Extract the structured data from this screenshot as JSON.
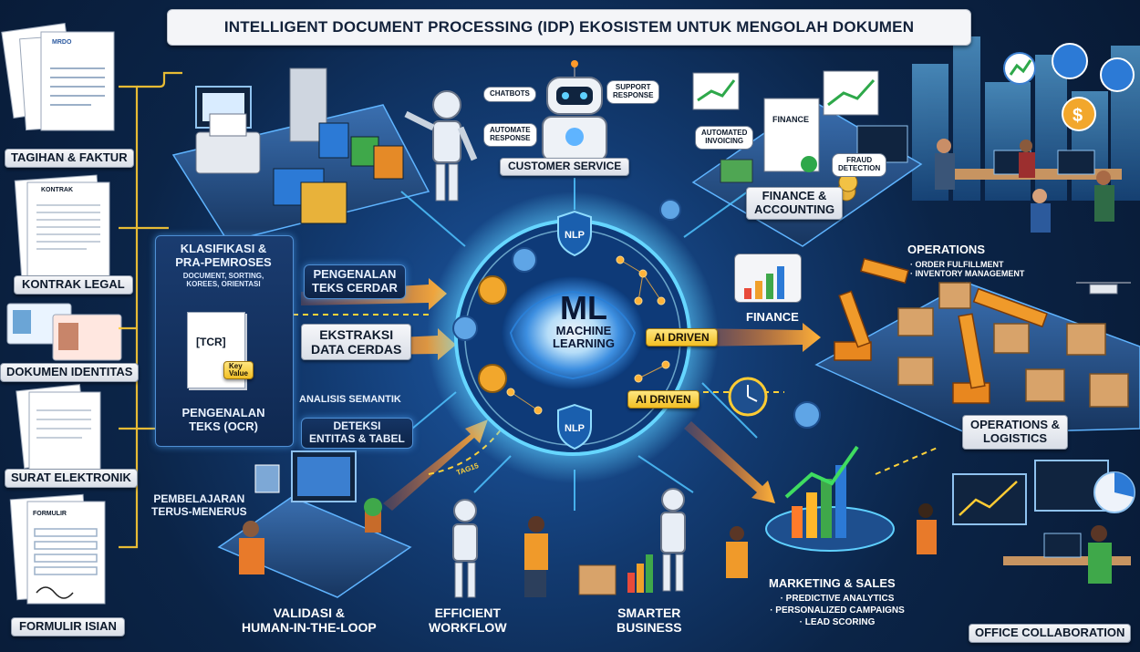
{
  "title": "INTELLIGENT DOCUMENT PROCESSING (IDP) EKOSISTEM UNTUK MENGOLAH DOKUMEN",
  "inputs": {
    "tagihan": "TAGIHAN & FAKTUR",
    "kontrak": "KONTRAK LEGAL",
    "identitas": "DOKUMEN IDENTITAS",
    "surat": "SURAT ELEKTRONIK",
    "formulir": "FORMULIR ISIAN",
    "kontrak_doc": "KONTRAK",
    "formulir_doc": "FORMULIR",
    "invoice_logo": "MRDO"
  },
  "process": {
    "klasifikasi_title": "KLASIFIKASI &\nPRA-PEMROSES",
    "klasifikasi_sub": "DOCUMENT, SORTING,\nKOREES, ORIENTASI",
    "tcr": "[TCR]",
    "key_value": "Key\nValue",
    "ocr": "PENGENALAN\nTEKS (OCR)",
    "pengenalan_cerdas": "PENGENALAN\nTEKS CERDAR",
    "ekstraksi": "EKSTRAKSI\nDATA CERDAS",
    "analisis": "ANALISIS SEMANTIK",
    "deteksi": "DETEKSI\nENTITAS & TABEL",
    "pembelajaran": "PEMBELAJARAN\nTERUS-MENERUS",
    "validasi": "VALIDASI &\nHUMAN-IN-THE-LOOP"
  },
  "core": {
    "ml": "ML",
    "ml_sub": "MACHINE\nLEARNING",
    "nlp_top": "NLP",
    "nlp_bottom": "NLP",
    "ai_driven_1": "AI DRIVEN",
    "ai_driven_2": "AI DRIVEN"
  },
  "outputs": {
    "customer_service": "CUSTOMER SERVICE",
    "chatbots": "CHATBOTS",
    "support": "SUPPORT\nRESPONSE",
    "automate": "AUTOMATE\nRESPONSE",
    "finance_accounting": "FINANCE &\nACCOUNTING",
    "automated_invoicing": "AUTOMATED\nINVOICING",
    "finance_doc": "FINANCE",
    "fraud": "FRAUD\nDETECTION",
    "finance": "FINANCE",
    "operations_title": "OPERATIONS",
    "operations_items": "· ORDER FULFILLMENT\n· INVENTORY MANAGEMENT",
    "operations_logistics": "OPERATIONS &\nLOGISTICS",
    "marketing_title": "MARKETING & SALES",
    "marketing_items": "· PREDICTIVE ANALYTICS\n· PERSONALIZED CAMPAIGNS\n· LEAD SCORING",
    "office": "OFFICE COLLABORATION",
    "efficient": "EFFICIENT\nWORKFLOW",
    "smarter": "SMARTER\nBUSINESS",
    "tag_small": "TAG15"
  },
  "colors": {
    "accent_blue": "#3fb6ff",
    "arrow_orange": "#ff8a2a",
    "arrow_yellow": "#ffd23a",
    "plate_bg": "#f4f5f8"
  },
  "icons": [
    "robot-icon",
    "gear-icon",
    "brain-icon",
    "shield-icon",
    "printer-icon",
    "server-icon",
    "bin-icon",
    "monitor-icon",
    "chart-icon",
    "robot-arm-icon",
    "box-icon",
    "drone-icon",
    "dollar-icon",
    "globe-icon",
    "network-icon",
    "clock-icon"
  ]
}
